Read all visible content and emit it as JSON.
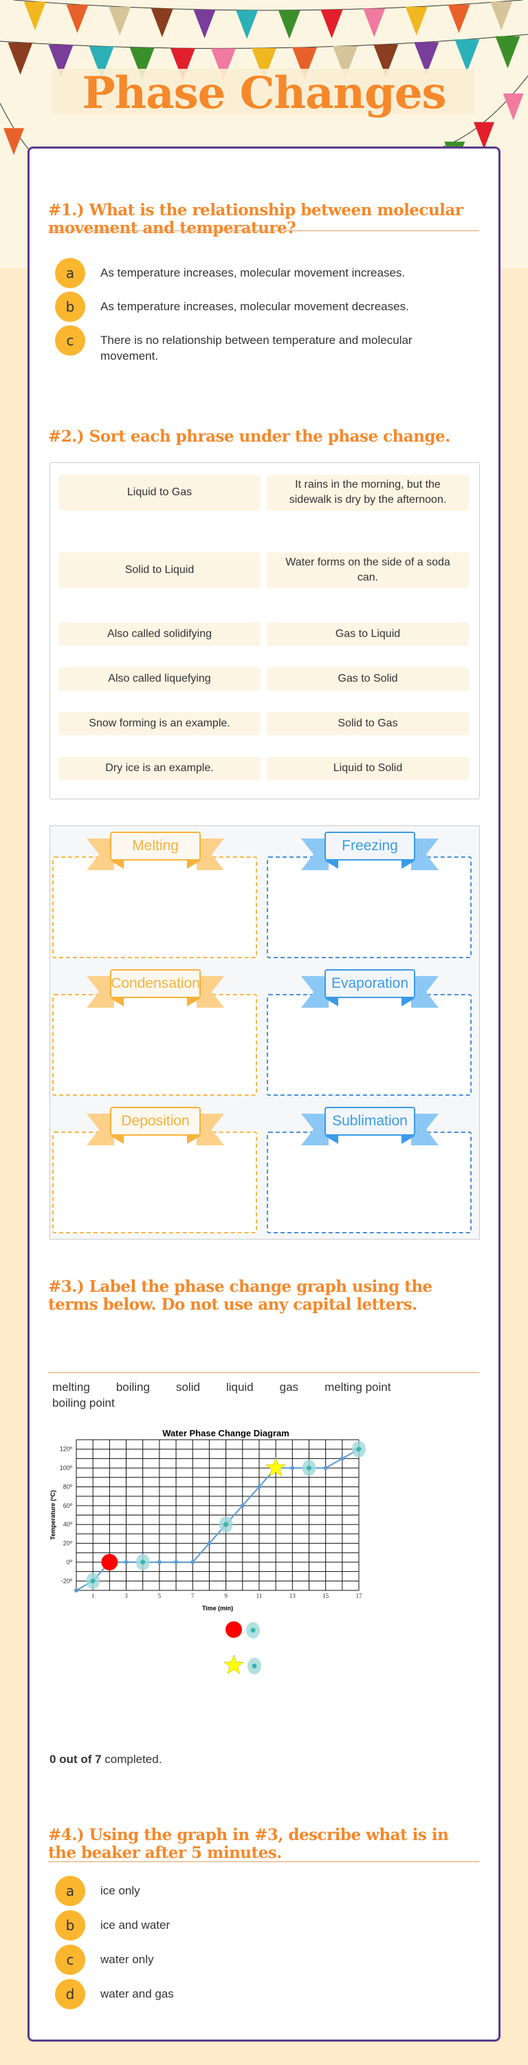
{
  "header": {
    "title": "Phase Changes",
    "bunting_colors": [
      "#f0b820",
      "#e8612a",
      "#d8c49a",
      "#8a3d1f",
      "#7a3d9a",
      "#2cb0b8",
      "#3b8f2a",
      "#e21f2a",
      "#f07aa0"
    ]
  },
  "q1": {
    "heading": "#1.) What is the relationship between molecular movement and temperature?",
    "options": [
      {
        "letter": "a",
        "text": "As temperature increases, molecular movement increases."
      },
      {
        "letter": "b",
        "text": "As temperature increases, molecular movement decreases."
      },
      {
        "letter": "c",
        "text": "There is no relationship between temperature and molecular movement."
      }
    ]
  },
  "q2": {
    "heading": "#2.) Sort each phrase under the phase change.",
    "items": [
      [
        "Liquid to Gas",
        "It rains in the morning, but the sidewalk is dry by the afternoon."
      ],
      [
        "Solid to Liquid",
        "Water forms on the side of a soda can."
      ],
      [
        "Also called solidifying",
        "Gas to Liquid"
      ],
      [
        "Also called liquefying",
        "Gas to Solid"
      ],
      [
        "Snow forming is an example.",
        "Solid to Gas"
      ],
      [
        "Dry ice is an example.",
        "Liquid to Solid"
      ]
    ],
    "categories": [
      "Melting",
      "Freezing",
      "Condensation",
      "Evaporation",
      "Deposition",
      "Sublimation"
    ],
    "colors": {
      "orange": "#f7b23b",
      "blue": "#3a9be8"
    }
  },
  "q3": {
    "heading": "#3.) Label the phase change graph using the terms below.   Do not use any capital letters.",
    "word_bank": [
      "melting",
      "boiling",
      "solid",
      "liquid",
      "gas",
      "melting point",
      "boiling point"
    ],
    "score": {
      "done": "0 out of 7",
      "suffix": " completed."
    }
  },
  "chart_data": {
    "type": "line",
    "title": "Water Phase Change Diagram",
    "xlabel": "Time (min)",
    "ylabel": "Temperature (ºC)",
    "x": [
      0,
      1,
      2,
      3,
      4,
      5,
      6,
      7,
      8,
      9,
      10,
      11,
      12,
      13,
      14,
      15,
      16,
      17
    ],
    "y": [
      -30,
      -20,
      0,
      0,
      0,
      0,
      0,
      0,
      20,
      40,
      60,
      80,
      100,
      100,
      100,
      100,
      110,
      120
    ],
    "xlim": [
      0,
      17
    ],
    "ylim": [
      -30,
      130
    ],
    "xticks": [
      1,
      3,
      5,
      7,
      9,
      11,
      13,
      15,
      17
    ],
    "yticks": [
      -20,
      0,
      20,
      40,
      60,
      80,
      100,
      120
    ],
    "ytick_suffix": "º",
    "grid": true,
    "hotspots_x": [
      1,
      4,
      9,
      14,
      17
    ],
    "red_marker_x": 2,
    "star_marker_x": 12,
    "line_color": "#5b9bd5"
  },
  "q4": {
    "heading": "#4.) Using the graph in #3, describe what is in the beaker after 5 minutes.",
    "options": [
      {
        "letter": "a",
        "text": "ice only"
      },
      {
        "letter": "b",
        "text": "ice and water"
      },
      {
        "letter": "c",
        "text": "water only"
      },
      {
        "letter": "d",
        "text": "water and gas"
      }
    ]
  }
}
